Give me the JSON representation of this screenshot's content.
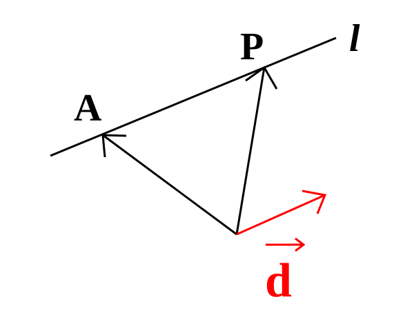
{
  "labels": {
    "point_a": "A",
    "point_p": "P",
    "line_l": "l",
    "vector_d": "d"
  },
  "colors": {
    "ink": "#000000",
    "direction_vector": "#ff0000"
  }
}
